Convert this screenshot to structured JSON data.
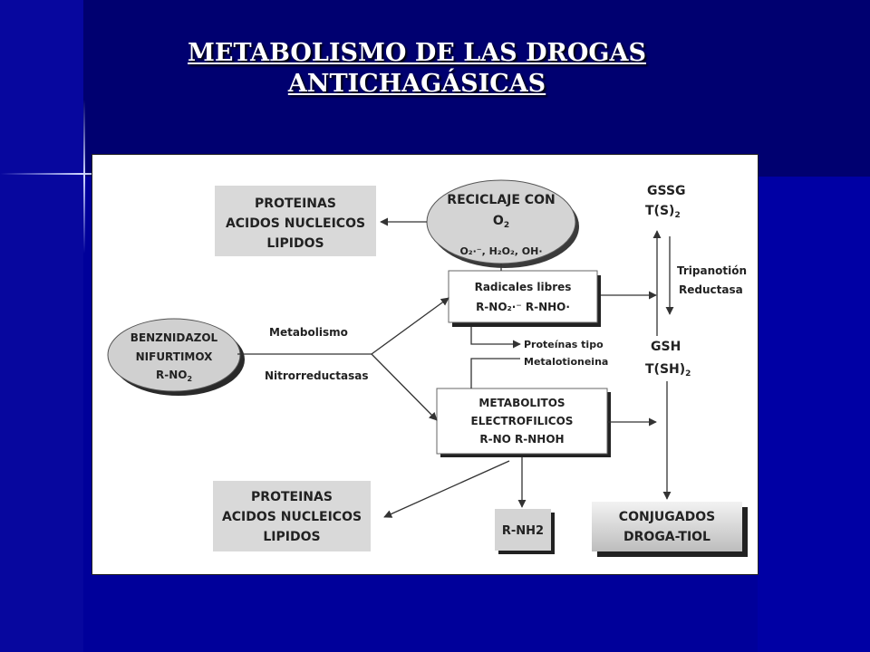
{
  "slide": {
    "title_line1": "METABOLISMO DE LAS DROGAS",
    "title_line2": "ANTICHAGÁSICAS"
  },
  "diagram": {
    "targets_top": [
      "PROTEINAS",
      "ACIDOS NUCLEICOS",
      "LIPIDOS"
    ],
    "reciclaje": {
      "line1": "RECICLAJE CON",
      "line2_base": "O",
      "line2_sub": "2",
      "species": [
        "O₂·⁻, H₂O₂, OH·"
      ]
    },
    "drug": {
      "line1": "BENZNIDAZOL",
      "line2": "NIFURTIMOX",
      "line3_base": "R-NO",
      "line3_sub": "2"
    },
    "labels": {
      "metabolismo": "Metabolismo",
      "nitrorreductasas": "Nitrorreductasas",
      "proteinas_tipo": "Proteínas tipo",
      "metalotioneina": "Metalotioneina",
      "tripanotion": "Tripanotión",
      "reductasa": "Reductasa"
    },
    "radicales": {
      "line1": "Radicales libres",
      "line2": "R-NO₂·⁻ R-NHO·"
    },
    "metabolitos": [
      "METABOLITOS",
      "ELECTROFILICOS",
      "R-NO   R-NHOH"
    ],
    "targets_bottom": [
      "PROTEINAS",
      "ACIDOS NUCLEICOS",
      "LIPIDOS"
    ],
    "rnh2": "R-NH2",
    "conjugados": [
      "CONJUGADOS",
      "DROGA-TIOL"
    ],
    "gssg": {
      "line1": "GSSG",
      "line2_base": "T(S)",
      "line2_sub": "2"
    },
    "gsh": {
      "line1": "GSH",
      "line2_base": "T(SH)",
      "line2_sub": "2"
    }
  }
}
